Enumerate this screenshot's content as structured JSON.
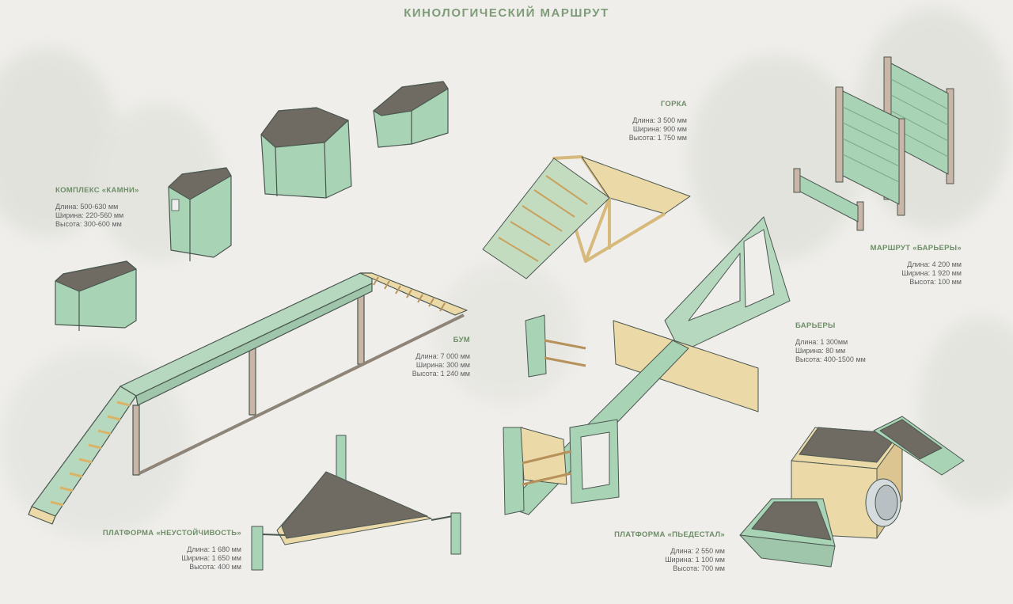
{
  "title": "КИНОЛОГИЧЕСКИЙ МАРШРУТ",
  "colors": {
    "accent_green": "#7f9c7a",
    "mint": "#a9d3b5",
    "wood": "#ecd9a8",
    "soil": "#6f6b62"
  },
  "items": {
    "stones": {
      "name": "КОМПЛЕКС «КАМНИ»",
      "length": "Длина: 500-630 мм",
      "width": "Ширина: 220-560 мм",
      "height": "Высота: 300-600 мм"
    },
    "slide": {
      "name": "ГОРКА",
      "length": "Длина: 3 500 мм",
      "width": "Ширина: 900 мм",
      "height": "Высота: 1 750 мм"
    },
    "barrier_route": {
      "name": "МАРШРУТ «БАРЬЕРЫ»",
      "length": "Длина: 4 200 мм",
      "width": "Ширина: 1 920 мм",
      "height": "Высота: 100 мм"
    },
    "boom": {
      "name": "БУМ",
      "length": "Длина: 7 000 мм",
      "width": "Ширина: 300 мм",
      "height": "Высота: 1 240 мм"
    },
    "barriers": {
      "name": "БАРЬЕРЫ",
      "length": "Длина: 1 300мм",
      "width": "Ширина: 80 мм",
      "height": "Высота: 400-1500 мм"
    },
    "unstable": {
      "name": "ПЛАТФОРМА «НЕУСТОЙЧИВОСТЬ»",
      "length": "Длина: 1 680 мм",
      "width": "Ширина: 1 650 мм",
      "height": "Высота: 400 мм"
    },
    "pedestal": {
      "name": "ПЛАТФОРМА «ПЬЕДЕСТАЛ»",
      "length": "Длина: 2 550 мм",
      "width": "Ширина: 1 100 мм",
      "height": "Высота: 700 мм"
    }
  }
}
